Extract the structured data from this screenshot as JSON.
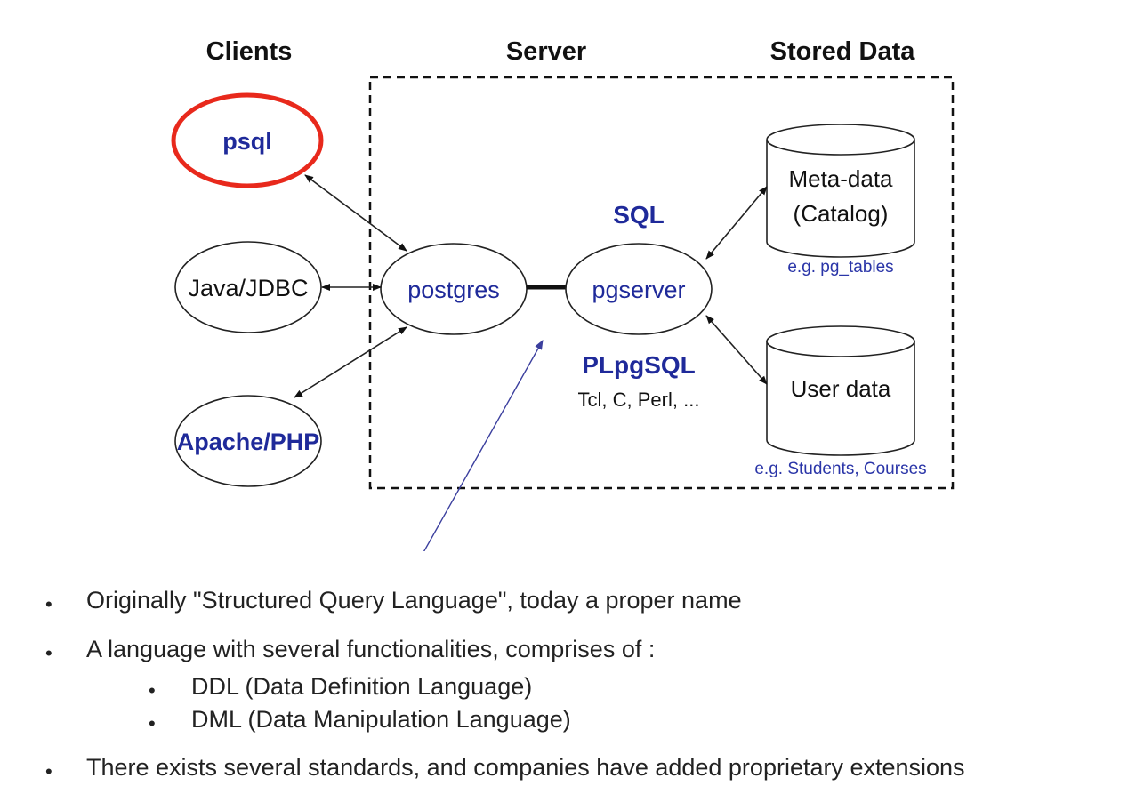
{
  "headers": {
    "clients": "Clients",
    "server": "Server",
    "stored": "Stored Data"
  },
  "clients": {
    "psql": "psql",
    "java": "Java/JDBC",
    "apache": "Apache/PHP"
  },
  "server": {
    "postgres": "postgres",
    "pgserver": "pgserver",
    "sql": "SQL",
    "plpgsql": "PLpgSQL",
    "langs": "Tcl, C, Perl, ..."
  },
  "stores": {
    "meta_line1": "Meta-data",
    "meta_line2": "(Catalog)",
    "meta_note": "e.g. pg_tables",
    "user_label": "User data",
    "user_note": "e.g. Students, Courses"
  },
  "bullets": {
    "b1": "Originally \"Structured Query Language\", today a proper name",
    "b2": "A language with several functionalities, comprises of :",
    "b2a": "DDL (Data Definition Language)",
    "b2b": "DML (Data Manipulation Language)",
    "b3": "There exists several standards, and companies have added proprietary extensions"
  },
  "colors": {
    "highlight": "#e8291c",
    "blue_text": "#1f2a9a",
    "pointer": "#3b3f9e"
  }
}
